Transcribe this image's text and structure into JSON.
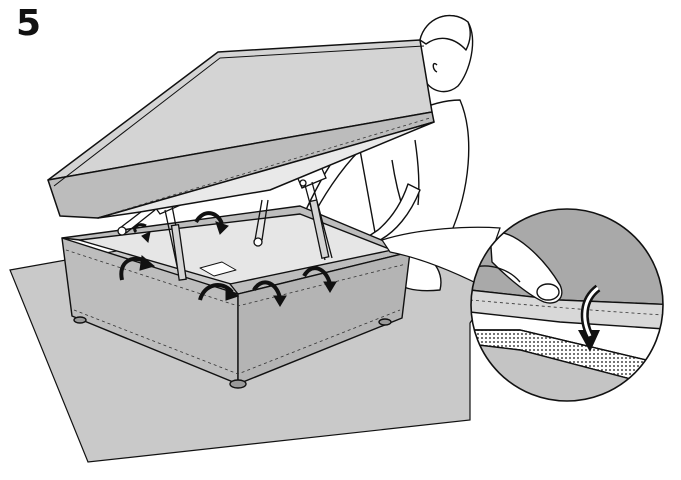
{
  "step": {
    "number": "5"
  },
  "colors": {
    "floor": "#c9c9c9",
    "base": "#bdbdbd",
    "base_dark": "#a8a8a8",
    "cushion": "#d4d4d4",
    "cushion_side": "#bcbcbc",
    "interior": "#e6e6e6",
    "arrow": "#111111",
    "line": "#111111"
  },
  "icons": [
    "rotate-arrow-icon",
    "zoom-detail-circle",
    "velcro-strip"
  ]
}
